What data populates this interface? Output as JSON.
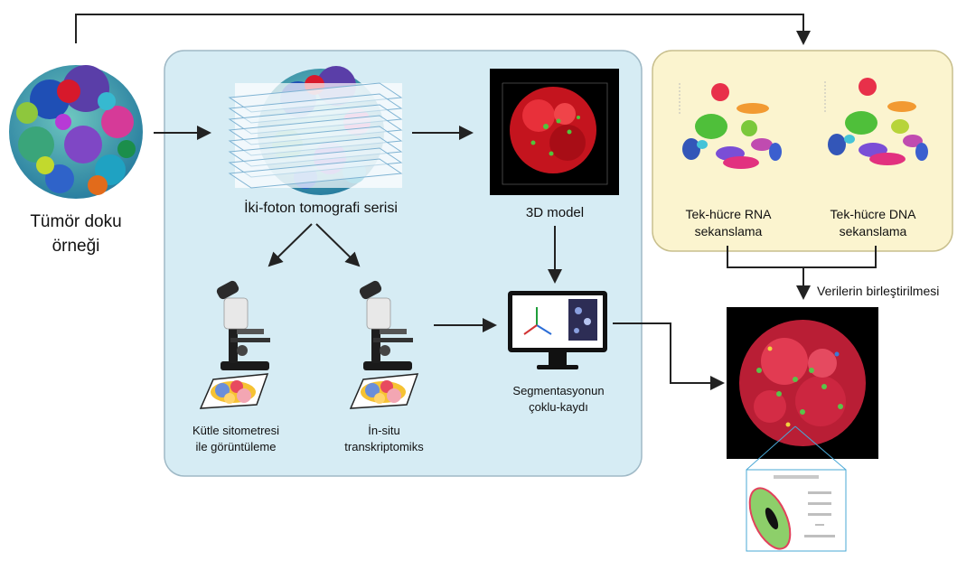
{
  "labels": {
    "tumor_line1": "Tümör doku",
    "tumor_line2": "örneği",
    "two_photon": "İki-foton tomografi serisi",
    "model_3d": "3D model",
    "rna_line1": "Tek-hücre RNA",
    "rna_line2": "sekanslama",
    "dna_line1": "Tek-hücre DNA",
    "dna_line2": "sekanslama",
    "integration": "Verilerin birleştirilmesi",
    "mass_line1": "Kütle sitometresi",
    "mass_line2": "ile görüntüleme",
    "insitu_line1": "İn-situ",
    "insitu_line2": "transkriptomiks",
    "seg_line1": "Segmentasyonun",
    "seg_line2": "çoklu-kaydı"
  },
  "colors": {
    "panel_blue_fill": "#d6ecf4",
    "panel_blue_stroke": "#9fb9c6",
    "panel_yellow_fill": "#fbf4cf",
    "panel_yellow_stroke": "#c8bf8d",
    "arrow": "#222222",
    "cell_red": "#e8304a",
    "cell_green": "#5bc24a",
    "black_bg": "#000000"
  },
  "icons": {
    "tumor": "tumor-sample-icon",
    "tomography": "tomography-stack-icon",
    "model": "3d-model-icon",
    "microscope": "microscope-icon",
    "computer": "computer-monitor-icon",
    "tsne": "scatter-cluster-icon",
    "integrated": "integrated-cell-map-icon",
    "cell": "cell-detail-icon"
  }
}
